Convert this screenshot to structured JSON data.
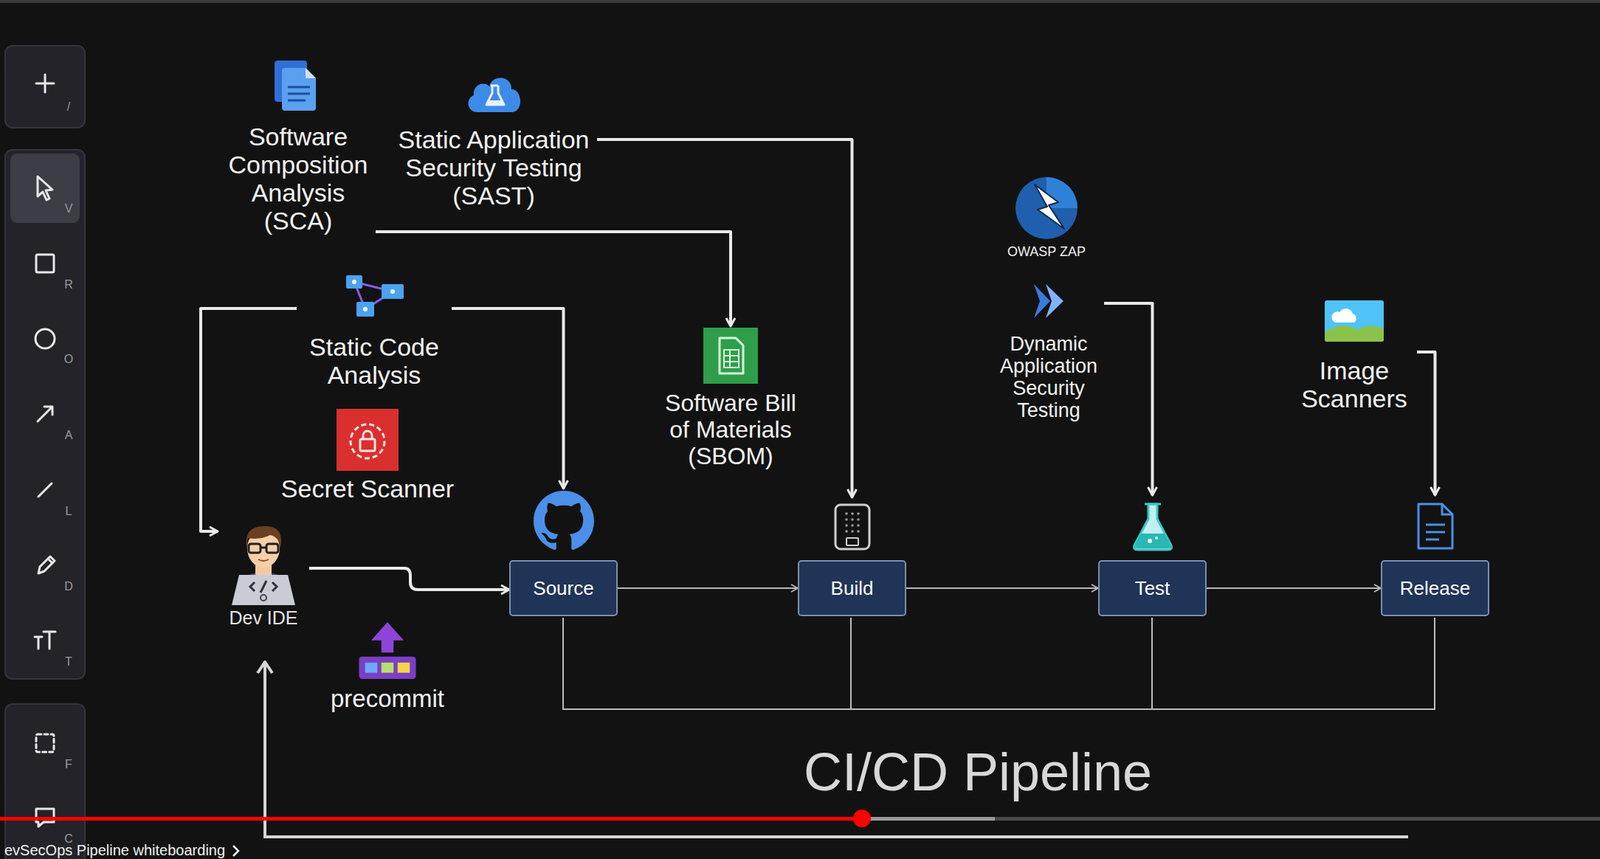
{
  "diagram": {
    "title": "CI/CD Pipeline",
    "nodes": [
      {
        "text": [
          "Software Composition Analysis (SCA)"
        ]
      },
      {
        "text": [
          "Static Application Security Testing (SAST)"
        ]
      },
      {
        "text": [
          "OWASP ZAP"
        ]
      },
      {
        "text": [
          "Static Code Analysis"
        ]
      },
      {
        "text": [
          "Dynamic Application Security Testing"
        ]
      },
      {
        "text": [
          "Image Scanners"
        ]
      },
      {
        "text": [
          "Software Bill of Materials (SBOM)"
        ]
      },
      {
        "text": [
          "Secret Scanner"
        ]
      },
      {
        "text": [
          "Dev IDE"
        ]
      },
      {
        "text": [
          "Source"
        ]
      },
      {
        "text": [
          "Build"
        ]
      },
      {
        "text": [
          "Test"
        ]
      },
      {
        "text": [
          "Release"
        ]
      },
      {
        "text": [
          "precommit"
        ]
      }
    ],
    "edges": [
      {
        "from": 8,
        "to": 9,
        "arrow": "to"
      },
      {
        "from": 9,
        "to": 10,
        "arrow": "to"
      },
      {
        "from": 10,
        "to": 11,
        "arrow": "to"
      },
      {
        "from": 11,
        "to": 12,
        "arrow": "to"
      },
      {
        "from": 3,
        "to": 9,
        "arrow": "to"
      },
      {
        "from": 3,
        "to": 8,
        "arrow": "to"
      },
      {
        "from": 0,
        "to": 6,
        "arrow": "to"
      },
      {
        "from": 1,
        "to": 10,
        "arrow": "to"
      },
      {
        "from": 4,
        "to": 11,
        "arrow": "to"
      },
      {
        "from": 5,
        "to": 12,
        "arrow": "to"
      }
    ],
    "labels": [
      "/",
      "V",
      "R",
      "O",
      "A",
      "L",
      "D",
      "T",
      "F",
      "C",
      "evSecOps Pipeline whiteboarding"
    ]
  }
}
